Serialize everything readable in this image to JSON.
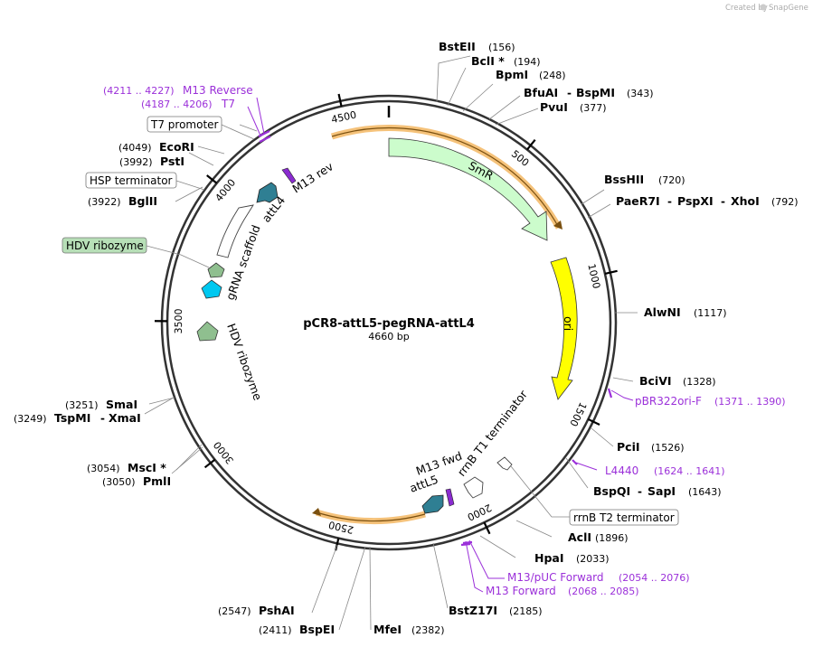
{
  "credit": "Created by",
  "credit_brand": "SnapGene",
  "plasmid": {
    "name": "pCR8-attL5-pegRNA-attL4",
    "length": "4660 bp"
  },
  "ticks": [
    "4500",
    "500",
    "1000",
    "1500",
    "2000",
    "2500",
    "3000",
    "3500",
    "4000"
  ],
  "enzymes": {
    "bsteii": {
      "name": "BstEII",
      "pos": "(156)"
    },
    "bcli": {
      "name": "BclI *",
      "pos": "(194)"
    },
    "bpmi": {
      "name": "BpmI",
      "pos": "(248)"
    },
    "bfuai": {
      "name": "BfuAI",
      "sep": "-",
      "name2": "BspMI",
      "pos": "(343)"
    },
    "pvui": {
      "name": "PvuI",
      "pos": "(377)"
    },
    "bsshii": {
      "name": "BssHII",
      "pos": "(720)"
    },
    "paer7i": {
      "name": "PaeR7I",
      "sep": "-",
      "name2": "PspXI",
      "sep2": "-",
      "name3": "XhoI",
      "pos": "(792)"
    },
    "alwni": {
      "name": "AlwNI",
      "pos": "(1117)"
    },
    "bcivi": {
      "name": "BciVI",
      "pos": "(1328)"
    },
    "pcii": {
      "name": "PciI",
      "pos": "(1526)"
    },
    "bspqi": {
      "name": "BspQI",
      "sep": "-",
      "name2": "SapI",
      "pos": "(1643)"
    },
    "acli": {
      "name": "AclI",
      "pos": "(1896)"
    },
    "hpai": {
      "name": "HpaI",
      "pos": "(2033)"
    },
    "bstz17i": {
      "name": "BstZ17I",
      "pos": "(2185)"
    },
    "mfei": {
      "name": "MfeI",
      "pos": "(2382)"
    },
    "bspei": {
      "name": "BspEI",
      "pos": "(2411)"
    },
    "pshai": {
      "name": "PshAI",
      "pos": "(2547)"
    },
    "pmli": {
      "name": "PmlI",
      "pos": "(3050)"
    },
    "msci": {
      "name": "MscI *",
      "pos": "(3054)"
    },
    "tspmi": {
      "name": "TspMI",
      "sep": "-",
      "name2": "XmaI",
      "pos": "(3249)"
    },
    "smai": {
      "name": "SmaI",
      "pos": "(3251)"
    },
    "bglii": {
      "name": "BglII",
      "pos": "(3922)"
    },
    "psti": {
      "name": "PstI",
      "pos": "(3992)"
    },
    "ecori": {
      "name": "EcoRI",
      "pos": "(4049)"
    }
  },
  "primers": {
    "m13rev": {
      "name": "M13 Reverse",
      "pos": "(4211 .. 4227)"
    },
    "t7": {
      "name": "T7",
      "pos": "(4187 .. 4206)"
    },
    "pbr322": {
      "name": "pBR322ori-F",
      "pos": "(1371 .. 1390)"
    },
    "l4440": {
      "name": "L4440",
      "pos": "(1624 .. 1641)"
    },
    "m13puc": {
      "name": "M13/pUC Forward",
      "pos": "(2054 .. 2076)"
    },
    "m13fwd": {
      "name": "M13 Forward",
      "pos": "(2068 .. 2085)"
    }
  },
  "boxed_labels": {
    "t7_promoter": "T7 promoter",
    "hsp_terminator": "HSP terminator",
    "hdv_ribozyme": "HDV ribozyme",
    "rrnb_t2": "rrnB T2 terminator"
  },
  "features": {
    "smr": "SmR",
    "ori": "ori",
    "m13_rev": "M13 rev",
    "attl4": "attL4",
    "grna_scaffold": "gRNA scaffold",
    "hdv_ribozyme": "HDV ribozyme",
    "m13_fwd": "M13 fwd",
    "attl5": "attL5",
    "rrnb_t1": "rrnB T1 terminator"
  },
  "colors": {
    "smr": "#ccfccc",
    "ori": "#ffff00",
    "attl": "#2f7f93",
    "hdv": "#8fbf8f",
    "cyan": "#00c8f0",
    "primer": "#9b30d9",
    "orange": "#f5a623",
    "hdv_box": "#b7dfb7"
  }
}
